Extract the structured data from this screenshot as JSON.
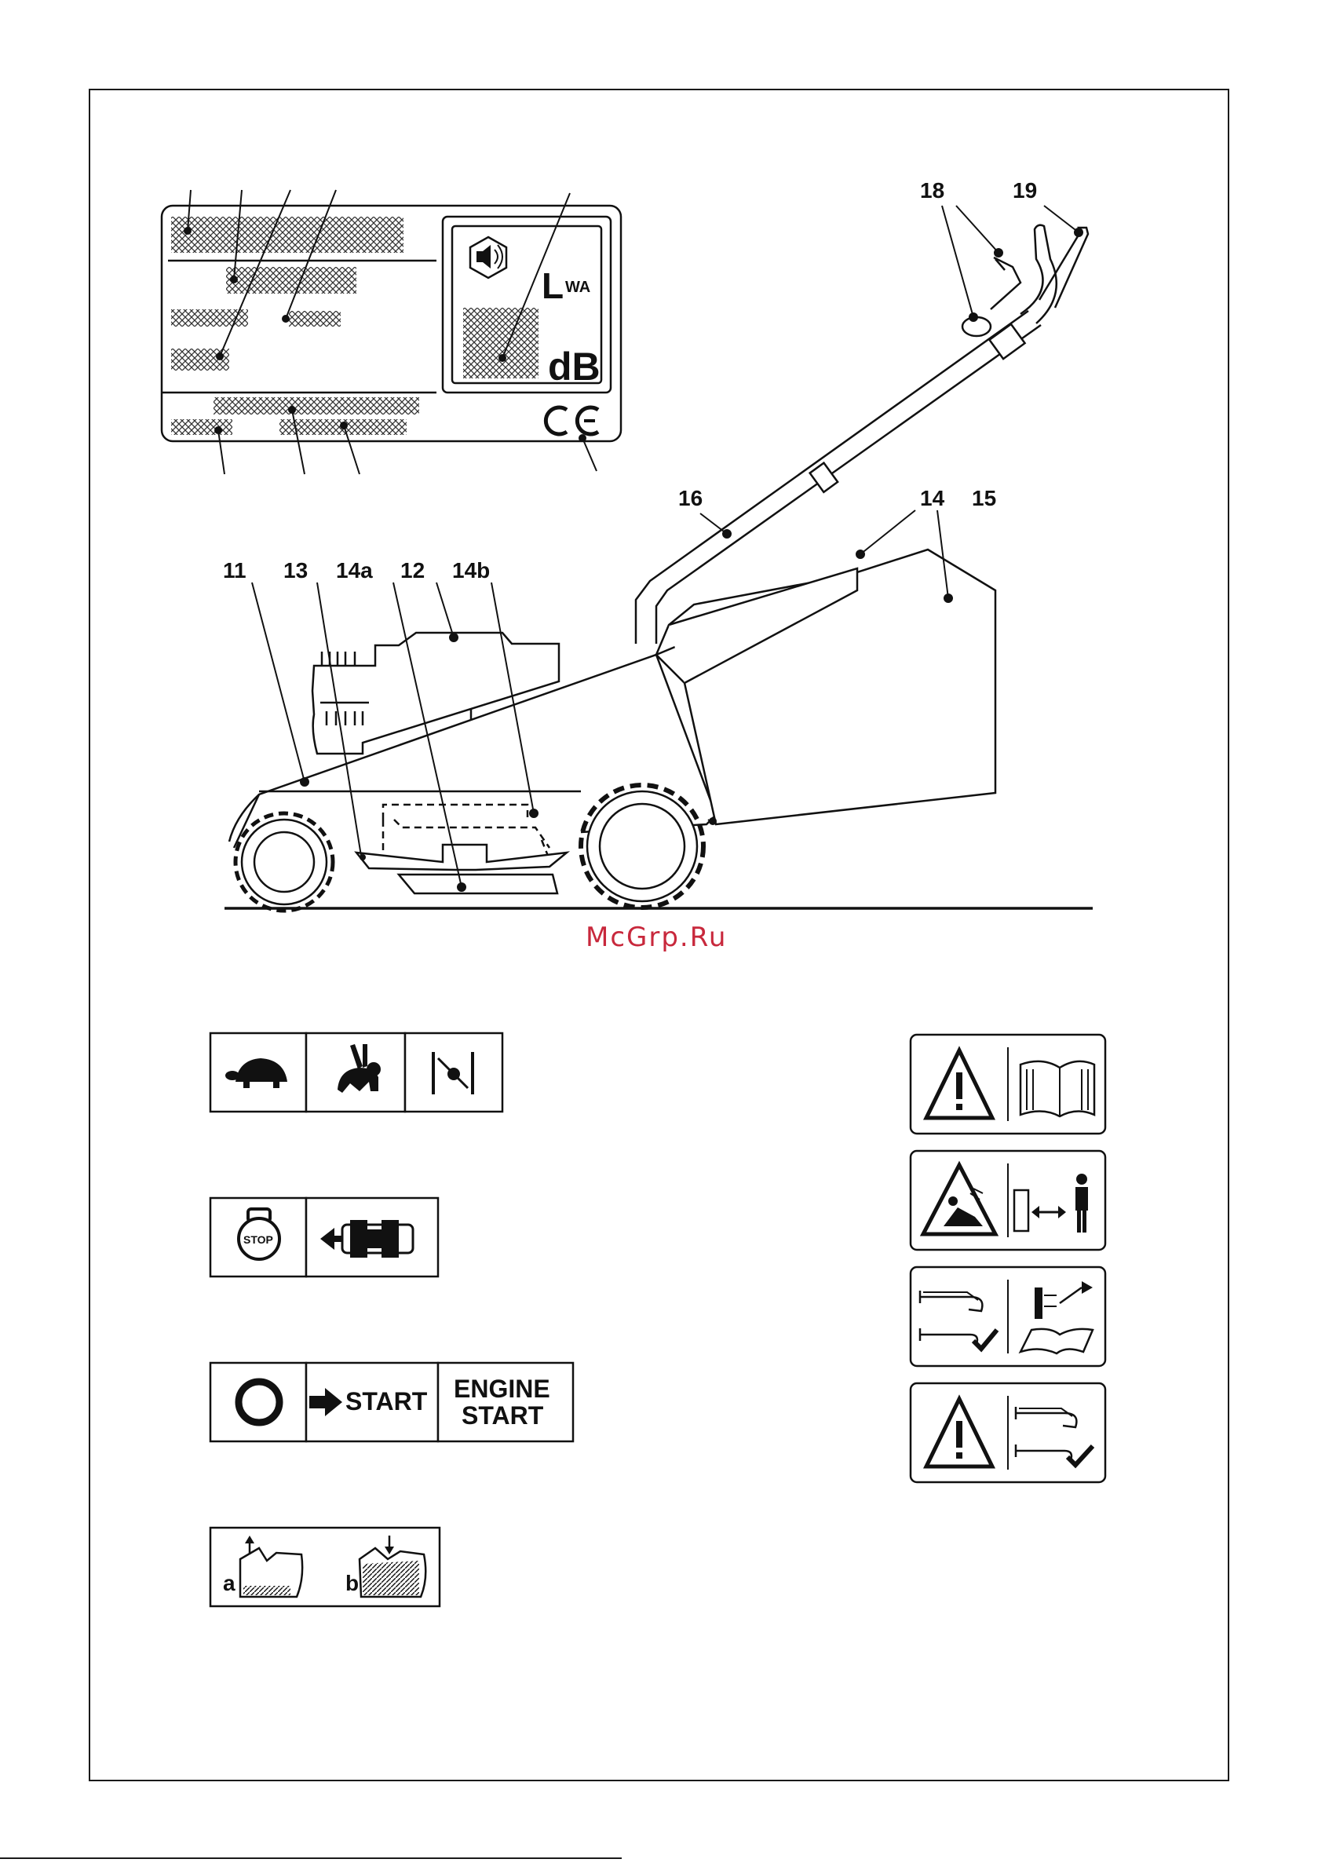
{
  "callouts": {
    "n11": "11",
    "n12": "12",
    "n13": "13",
    "n14": "14",
    "n14a": "14a",
    "n14b": "14b",
    "n15": "15",
    "n16": "16",
    "n18": "18",
    "n19": "19"
  },
  "plate": {
    "lwa_l": "L",
    "lwa_sub": "WA",
    "db": "dB",
    "ce": "CE"
  },
  "symbols": {
    "stop": "STOP",
    "start": "START",
    "engine_start_1": "ENGINE",
    "engine_start_2": "START",
    "label_a": "a",
    "label_b": "b"
  },
  "watermark": "McGrp.Ru",
  "icons": [
    "turtle-icon",
    "rabbit-icon",
    "choke-icon",
    "stop-icon",
    "mower-direction-icon",
    "circle-icon",
    "start-arrow-icon",
    "warning-icon",
    "manual-icon",
    "ejection-hazard-icon",
    "keep-distance-icon",
    "grass-bag-icon"
  ]
}
